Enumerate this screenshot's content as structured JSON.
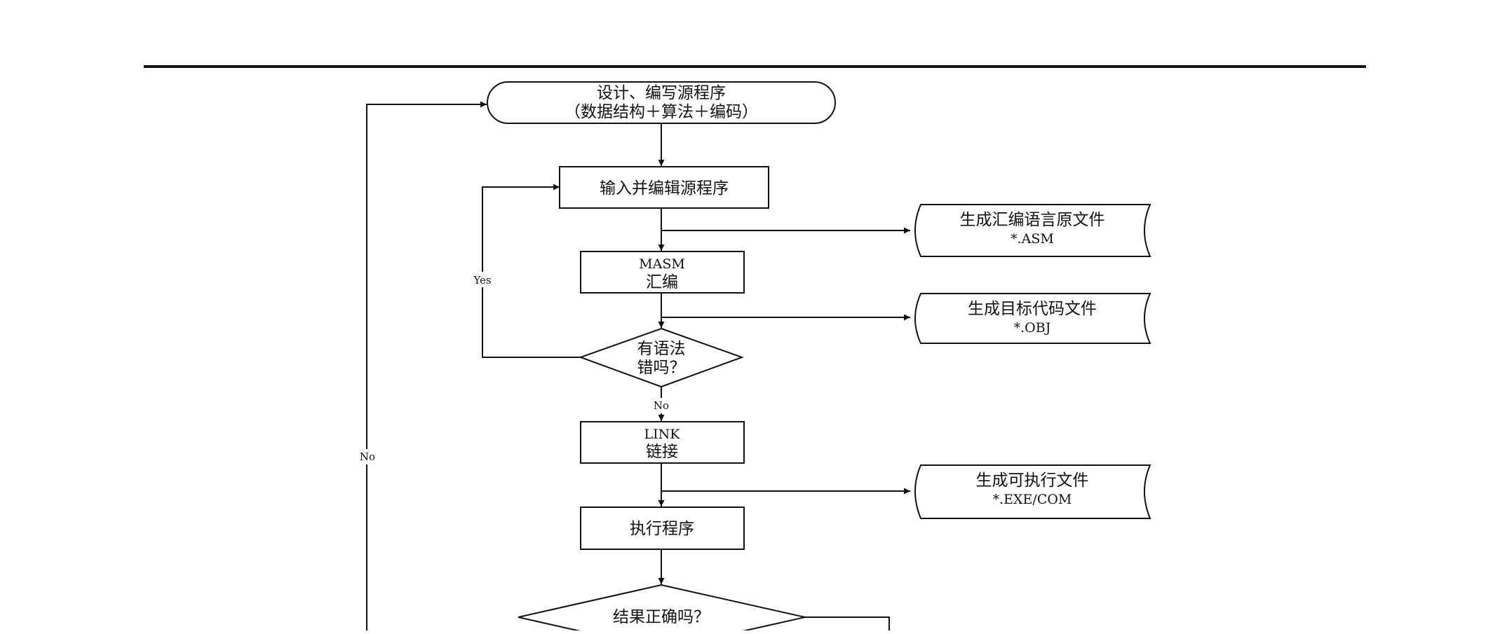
{
  "flowchart": {
    "start": {
      "line1": "设计、编写源程序",
      "line2": "（数据结构＋算法＋编码）"
    },
    "edit": {
      "label": "输入并编辑源程序"
    },
    "assemble": {
      "line1": "MASM",
      "line2": "汇编"
    },
    "syntax_check": {
      "line1": "有语法",
      "line2": "错吗？"
    },
    "link": {
      "line1": "LINK",
      "line2": "链接"
    },
    "run": {
      "label": "执行程序"
    },
    "result_check": {
      "label": "结果正确吗？"
    },
    "outputs": [
      {
        "line1": "生成汇编语言原文件",
        "line2": "*.ASM"
      },
      {
        "line1": "生成目标代码文件",
        "line2": "*.OBJ"
      },
      {
        "line1": "生成可执行文件",
        "line2": "*.EXE/COM"
      }
    ],
    "edge_labels": {
      "yes": "Yes",
      "no_syntax": "No",
      "no_result": "No"
    }
  }
}
